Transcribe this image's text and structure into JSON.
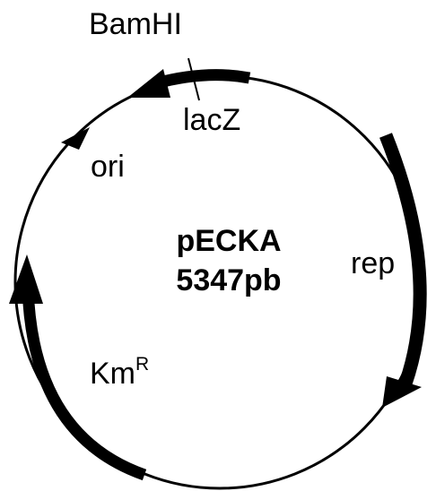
{
  "plasmid": {
    "name": "pECKA",
    "size": "5347pb"
  },
  "site": {
    "label": "BamHI"
  },
  "features": {
    "lacz": {
      "label": "lacZ"
    },
    "ori": {
      "label": "ori"
    },
    "rep": {
      "label": "rep"
    },
    "kmr": {
      "label": "Km",
      "superscript": "R"
    }
  },
  "colors": {
    "line": "#000000",
    "background": "#ffffff"
  }
}
